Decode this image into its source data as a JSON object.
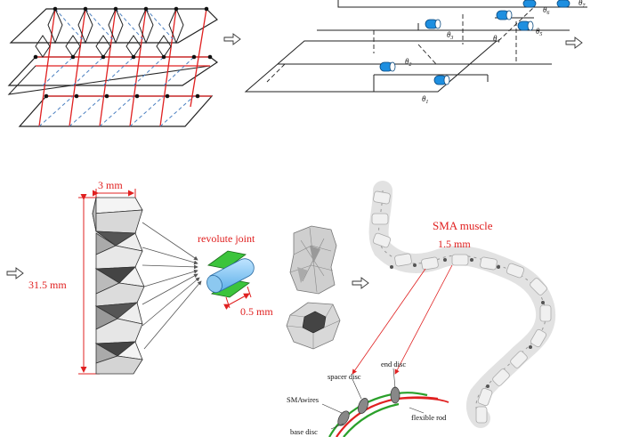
{
  "theta": {
    "t1": "θ",
    "s1": "1",
    "t2": "θ",
    "s2": "2",
    "t3": "θ",
    "s3": "3",
    "t4": "θ",
    "s4": "4",
    "t5": "θ",
    "s5": "5",
    "t6": "θ",
    "s6": "6",
    "t7": "θ",
    "s7": "7"
  },
  "dimensions": {
    "width": "3 mm",
    "height": "31.5 mm",
    "joint_gap": "0.5 mm",
    "muscle": "1.5 mm"
  },
  "labels": {
    "revolute_joint": "revolute joint",
    "sma_muscle": "SMA muscle",
    "end_disc": "end disc",
    "spacer_disc": "spacer disc",
    "sma_wires": "SMAwires",
    "flexible_rod": "flexible rod",
    "base_disc": "base disc"
  },
  "icons": {
    "arrow": "hollow-right-arrow-icon",
    "joint": "cylinder-joint-icon"
  },
  "colors": {
    "red": "#e02020",
    "blue_dashed": "#4a7fc0",
    "joint_blue": "#1e8fe0",
    "green": "#2aa02a",
    "hinge_green": "#3cc43c"
  }
}
